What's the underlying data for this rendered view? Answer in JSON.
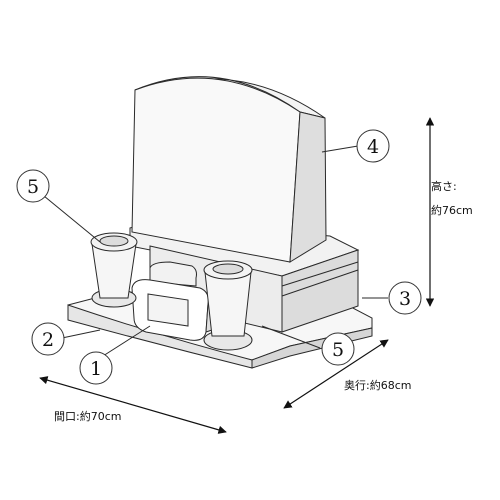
{
  "callouts": {
    "c1": "1",
    "c2": "2",
    "c3": "3",
    "c4": "4",
    "c5a": "5",
    "c5b": "5"
  },
  "dimensions": {
    "height_label": "高さ:",
    "height_value": "約76cm",
    "depth_label": "奥行:約68cm",
    "width_label": "間口:約70cm"
  },
  "colors": {
    "stone_light": "#f6f6f6",
    "stone_mid": "#e4e4e4",
    "stone_dark": "#c8c8c8",
    "line": "#2a2a2a"
  }
}
